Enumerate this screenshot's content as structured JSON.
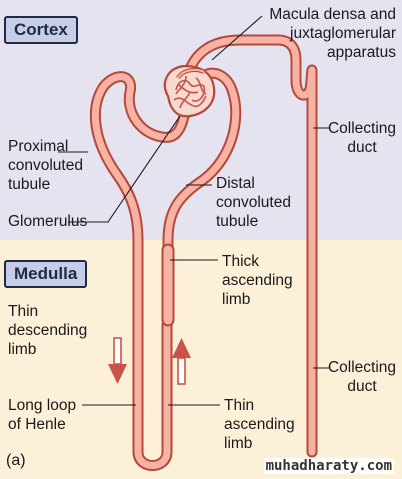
{
  "zones": {
    "cortex": "Cortex",
    "medulla": "Medulla"
  },
  "labels": {
    "macula_densa": [
      "Macula densa and",
      "juxtaglomerular",
      "apparatus"
    ],
    "proximal": [
      "Proximal",
      "convoluted",
      "tubule"
    ],
    "glomerulus": [
      "Glomerulus"
    ],
    "distal": [
      "Distal",
      "convoluted",
      "tubule"
    ],
    "collecting_upper": [
      "Collecting",
      "duct"
    ],
    "thick_ascending": [
      "Thick",
      "ascending",
      "limb"
    ],
    "thin_descending": [
      "Thin",
      "descending",
      "limb"
    ],
    "collecting_lower": [
      "Collecting",
      "duct"
    ],
    "long_loop": [
      "Long loop",
      "of Henle"
    ],
    "thin_ascending": [
      "Thin",
      "ascending",
      "limb"
    ]
  },
  "panel": "(a)",
  "watermark": "muhadharaty.com",
  "colors": {
    "cortex_bg": "#e6e3f0",
    "medulla_bg": "#fdf0d8",
    "tubule_fill": "#f6b3a4",
    "tubule_outline": "#b5483a",
    "arrow": "#c9534a"
  }
}
